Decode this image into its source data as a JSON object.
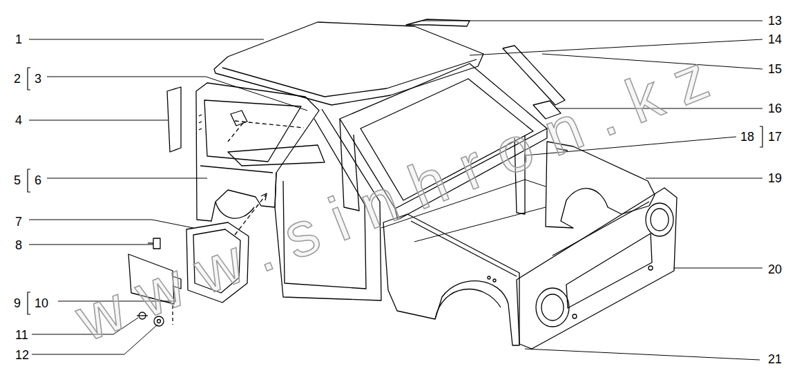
{
  "diagram": {
    "labels": [
      "1",
      "2",
      "3",
      "4",
      "5",
      "6",
      "7",
      "8",
      "9",
      "10",
      "11",
      "12",
      "13",
      "14",
      "15",
      "16",
      "17",
      "18",
      "19",
      "20",
      "21",
      "www.sinhron.kz"
    ]
  }
}
